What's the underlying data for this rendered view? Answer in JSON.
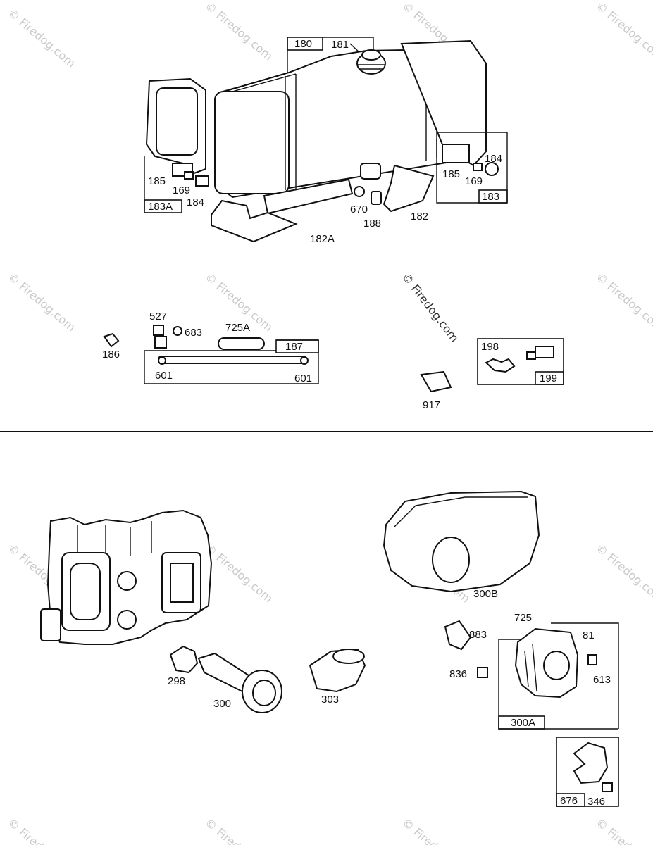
{
  "watermark": "© Firedog.com",
  "labels": {
    "l180": "180",
    "l181": "181",
    "l185a": "185",
    "l169a": "169",
    "l184a": "184",
    "l183A": "183A",
    "l185b": "185",
    "l184b": "184",
    "l169b": "169",
    "l183": "183",
    "l670": "670",
    "l188": "188",
    "l182": "182",
    "l182A": "182A",
    "l527": "527",
    "l683": "683",
    "l725A": "725A",
    "l187": "187",
    "l186": "186",
    "l601a": "601",
    "l601b": "601",
    "l198": "198",
    "l199": "199",
    "l917": "917",
    "l300B": "300B",
    "l725": "725",
    "l81": "81",
    "l883": "883",
    "l836": "836",
    "l613": "613",
    "l300A": "300A",
    "l298": "298",
    "l300": "300",
    "l303": "303",
    "l676": "676",
    "l346": "346"
  }
}
